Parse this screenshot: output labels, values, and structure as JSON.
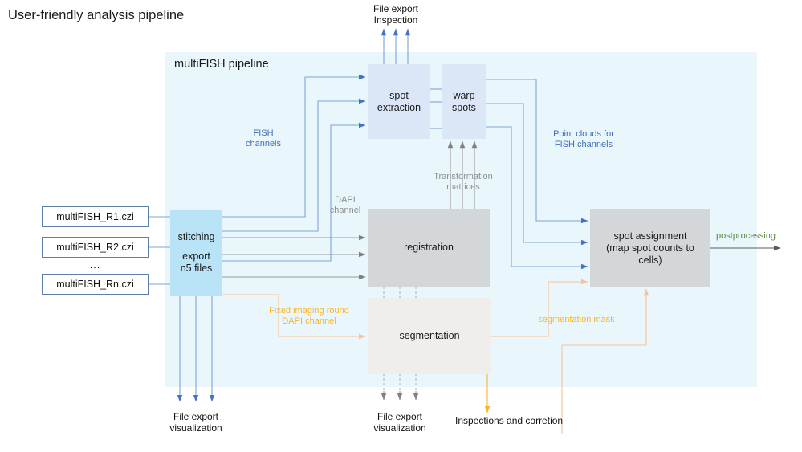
{
  "page": {
    "title": "User-friendly analysis pipeline"
  },
  "pipeline": {
    "title": "multiFISH pipeline"
  },
  "inputs": {
    "files": [
      {
        "name": "multiFISH_R1.czi"
      },
      {
        "name": "multiFISH_R2.czi"
      },
      {
        "name": "multiFISH_Rn.czi"
      }
    ],
    "ellipsis": "..."
  },
  "nodes": {
    "stitching": {
      "line1": "stitching",
      "line2": "export",
      "line3": "n5 files"
    },
    "spot_extraction": {
      "line1": "spot",
      "line2": "extraction"
    },
    "warp_spots": {
      "line1": "warp",
      "line2": "spots"
    },
    "registration": {
      "label": "registration"
    },
    "segmentation": {
      "label": "segmentation"
    },
    "spot_assignment": {
      "line1": "spot assignment",
      "line2": "(map spot counts to",
      "line3": "cells)"
    }
  },
  "edge_labels": {
    "fish_channels": "FISH\nchannels",
    "dapi_channel": "DAPI\nchannel",
    "transformation_matrices": "Transformation\nmatrices",
    "point_clouds": "Point clouds for\nFISH channels",
    "fixed_imaging_round": "Fixed imaging round\nDAPI channel",
    "segmentation_mask": "segmentation mask",
    "postprocessing": "postprocessing"
  },
  "outputs": {
    "top_inspection": "File export\nInspection",
    "stitching_export": "File export\nvisualization",
    "registration_export": "File export\nvisualization",
    "inspections_correction": "Inspections and corretion"
  },
  "colors": {
    "pipeline_bg": "#e9f6fc",
    "node_blue": "#dbe7f6",
    "node_cyan": "#b9e3f7",
    "node_gray": "#d4d7d9",
    "node_light_gray": "#f0eeec",
    "arrow_blue": "#4472c4",
    "line_blue": "#7fa5d4",
    "arrow_gray": "#808080",
    "arrow_orange": "#f8c08a",
    "label_orange": "#fcb424",
    "label_green": "#5a8a3c",
    "file_border": "#5b7fa6"
  }
}
